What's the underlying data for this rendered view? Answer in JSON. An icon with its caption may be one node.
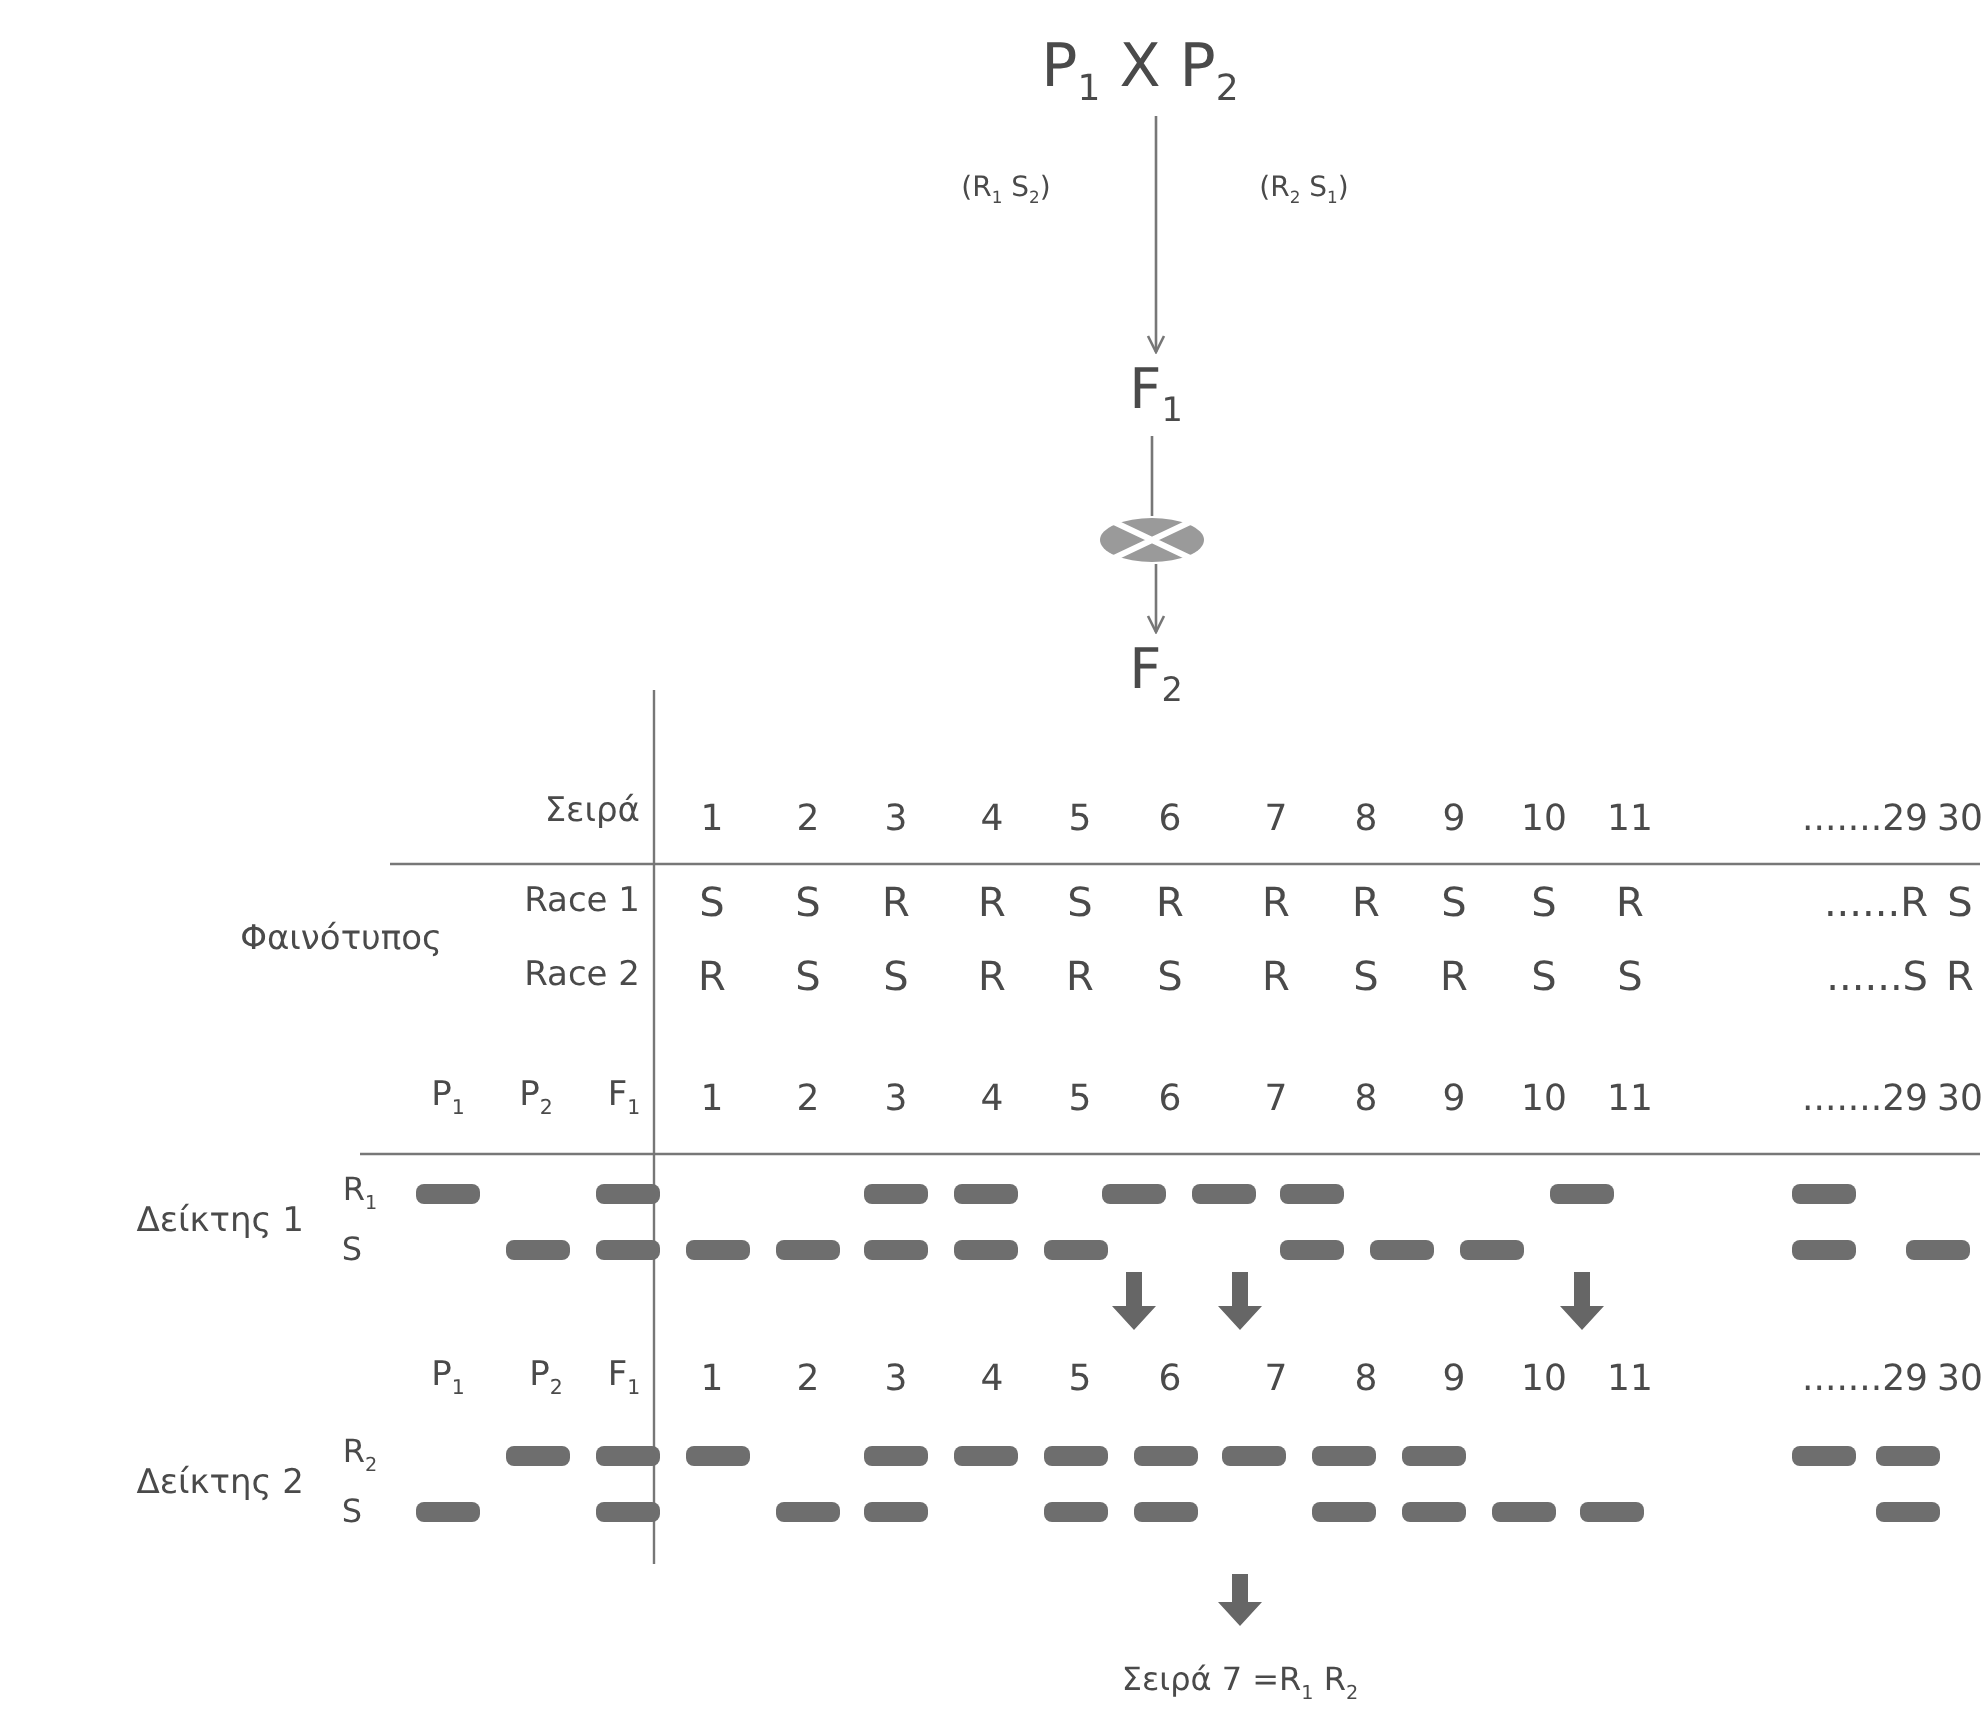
{
  "diagram": {
    "nodes": [
      {
        "text": [
          "P$_{1}$ X P$_{2}$"
        ]
      },
      {
        "text": [
          "F$_{1}$"
        ]
      },
      {
        "text": [],
        "shape": "picture"
      },
      {
        "text": [
          "F$_{2}$"
        ]
      }
    ],
    "edges": [
      {
        "from": 0,
        "to": 1,
        "arrow": "to"
      },
      {
        "from": 1,
        "to": 2,
        "arrow": "none"
      },
      {
        "from": 2,
        "to": 3,
        "arrow": "to"
      }
    ],
    "labels": [
      "(R$_{1}$ S$_{2}$)",
      "(R$_{2}$ S$_{1}$)",
      "Σειρά",
      "1",
      "2",
      "3",
      "4",
      "5",
      "6",
      "7",
      "8",
      "9",
      "10",
      "11",
      ".......29",
      "30",
      "Φαινότυπος",
      "Race 1",
      "S",
      "S",
      "R",
      "R",
      "S",
      "R",
      "R",
      "R",
      "S",
      "S",
      "R",
      "......R",
      "S",
      "Race 2",
      "R",
      "S",
      "S",
      "R",
      "R",
      "S",
      "R",
      "S",
      "R",
      "S",
      "S",
      "......S",
      "R",
      "P$_{1}$",
      "P$_{2}$",
      "F$_{1}$",
      "1",
      "2",
      "3",
      "4",
      "5",
      "6",
      "7",
      "8",
      "9",
      "10",
      "11",
      ".......29",
      "30",
      "Δείκτης 1",
      "R$_{1}$",
      "S",
      "P$_{1}$",
      "P$_{2}$",
      "F$_{1}$",
      "1",
      "2",
      "3",
      "4",
      "5",
      "6",
      "7",
      "8",
      "9",
      "10",
      "11",
      ".......29",
      "30",
      "Δείκτης 2",
      "R$_{2}$",
      "S",
      "Σειρά 7 =R$_{1}$ R$_{2}$"
    ]
  }
}
